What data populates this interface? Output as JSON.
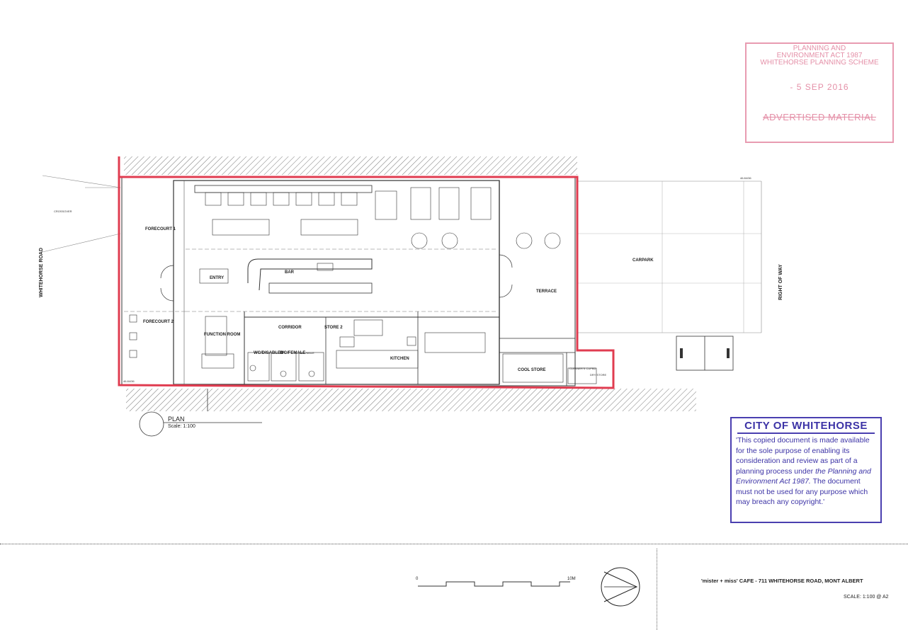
{
  "plan": {
    "rooms": {
      "forecourt1": "FORECOURT 1",
      "forecourt2": "FORECOURT 2",
      "entry": "ENTRY",
      "bar": "BAR",
      "terrace": "TERRACE",
      "carpark": "CARPARK",
      "corridor": "CORRIDOR",
      "store2": "STORE 2",
      "function_room": "FUNCTION ROOM",
      "wc_disabled": "WC/DISABLED",
      "wc_female": "WC/FEMALE",
      "wc_male": "WC/MALE",
      "kitchen": "KITCHEN",
      "cool_store": "COOL STORE",
      "cleaners_cupboard": "CLEANER'S CUPBD",
      "dry_store": "DRY STORE",
      "crossover": "CROSSOVER"
    },
    "street_left": "WHITEHORSE ROAD",
    "street_right": "RIGHT OF WAY",
    "levels": {
      "top_right": "46.84/36",
      "bottom_left": "46.84/36"
    },
    "title": "PLAN",
    "scale": "Scale: 1:100"
  },
  "stamp_planning": {
    "line1": "PLANNING AND",
    "line2": "ENVIRONMENT ACT 1987",
    "line3": "WHITEHORSE PLANNING SCHEME",
    "date": "- 5 SEP 2016",
    "status": "ADVERTISED MATERIAL"
  },
  "stamp_council": {
    "heading": "CITY OF WHITEHORSE",
    "text_before": "'This copied document is made available for the sole purpose of enabling its consideration and review as part of a planning process under ",
    "act": "the Planning and Environment Act 1987.",
    "text_after": " The document must not be used for any purpose which may breach any copyright.'"
  },
  "titleblock": {
    "scale_start": "0",
    "scale_end": "10M",
    "project": "'mister + miss' CAFE - 711 WHITEHORSE ROAD, MONT ALBERT",
    "sheet_scale": "SCALE: 1:100 @ A2"
  },
  "colors": {
    "boundary": "#e03c50",
    "stamp_pink": "#e07c98",
    "stamp_blue": "#3c33a6"
  }
}
